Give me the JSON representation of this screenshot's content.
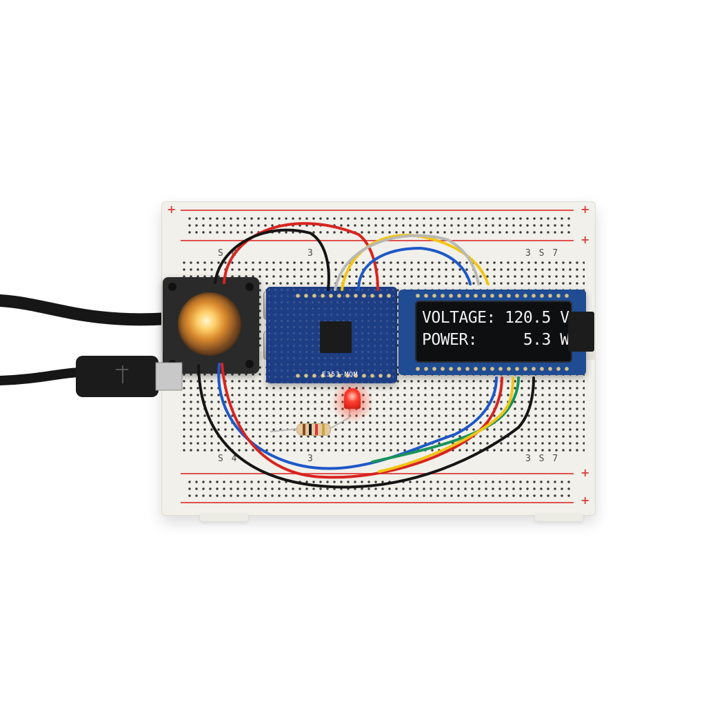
{
  "photo": {
    "oled": {
      "line1": "VOLTAGE: 120.5 V",
      "line2": "POWER:     5.3 W"
    },
    "mcu_silkscreen": "E353-MQM"
  },
  "colors": {
    "wire_red": "#d8241f",
    "wire_black": "#151515",
    "wire_blue": "#1e58c8",
    "wire_yellow": "#f2c515",
    "wire_green": "#18935a",
    "wire_gray": "#b9b9b4",
    "led_red": "#ff2a1e",
    "oled_text": "#f1f1f1"
  }
}
